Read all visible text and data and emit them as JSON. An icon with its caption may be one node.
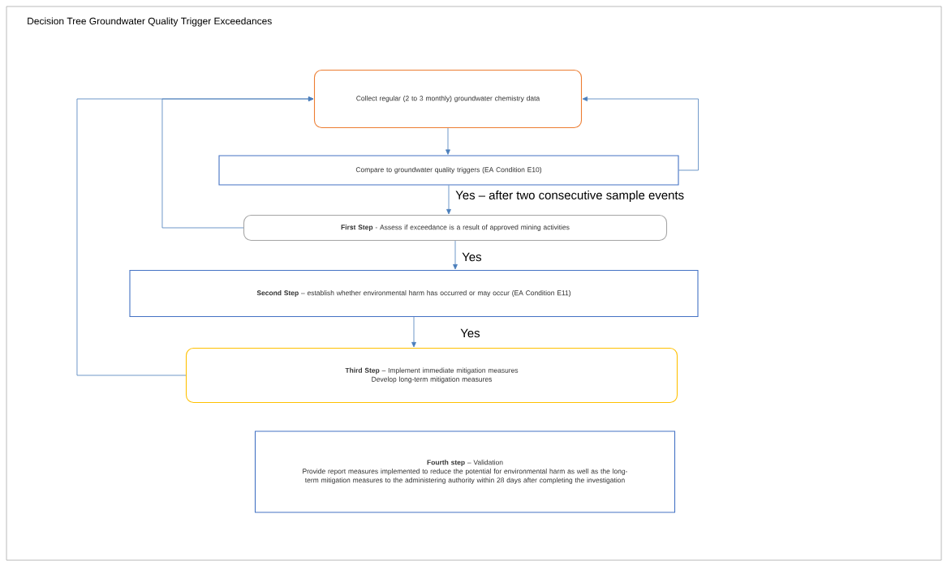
{
  "diagram": {
    "title": "Decision Tree Groundwater Quality Trigger Exceedances",
    "nodes": [
      {
        "text": [
          "Collect regular (2 to 3 monthly) groundwater chemistry data"
        ]
      },
      {
        "text": [
          "Compare to groundwater quality triggers (EA Condition E10)"
        ]
      },
      {
        "text": [
          "**First Step** - Assess if exceedance is a result of approved mining activities"
        ]
      },
      {
        "text": [
          "**Second Step** – establish whether environmental harm has occurred or may occur (EA Condition E11)"
        ]
      },
      {
        "text": [
          "**Third Step** – Implement immediate mitigation measures",
          "Develop long-term mitigation measures"
        ]
      },
      {
        "text": [
          "**Fourth step** – Validation",
          "Provide report measures implemented to reduce the potential for environmental harm as well as the long-term mitigation measures to the administering authority within 28 days after completing the investigation"
        ]
      }
    ],
    "edges": [
      {
        "from": 0,
        "to": 1,
        "arrow": "to"
      },
      {
        "from": 1,
        "to": 2,
        "arrow": "to",
        "label": "Yes – after two consecutive sample events"
      },
      {
        "from": 2,
        "to": 3,
        "arrow": "to",
        "label": "Yes"
      },
      {
        "from": 3,
        "to": 4,
        "arrow": "to",
        "label": "Yes"
      },
      {
        "from": 1,
        "to": 0,
        "arrow": "to"
      },
      {
        "from": 2,
        "to": 0,
        "arrow": "to"
      },
      {
        "from": 4,
        "to": 0,
        "arrow": "to"
      }
    ]
  }
}
